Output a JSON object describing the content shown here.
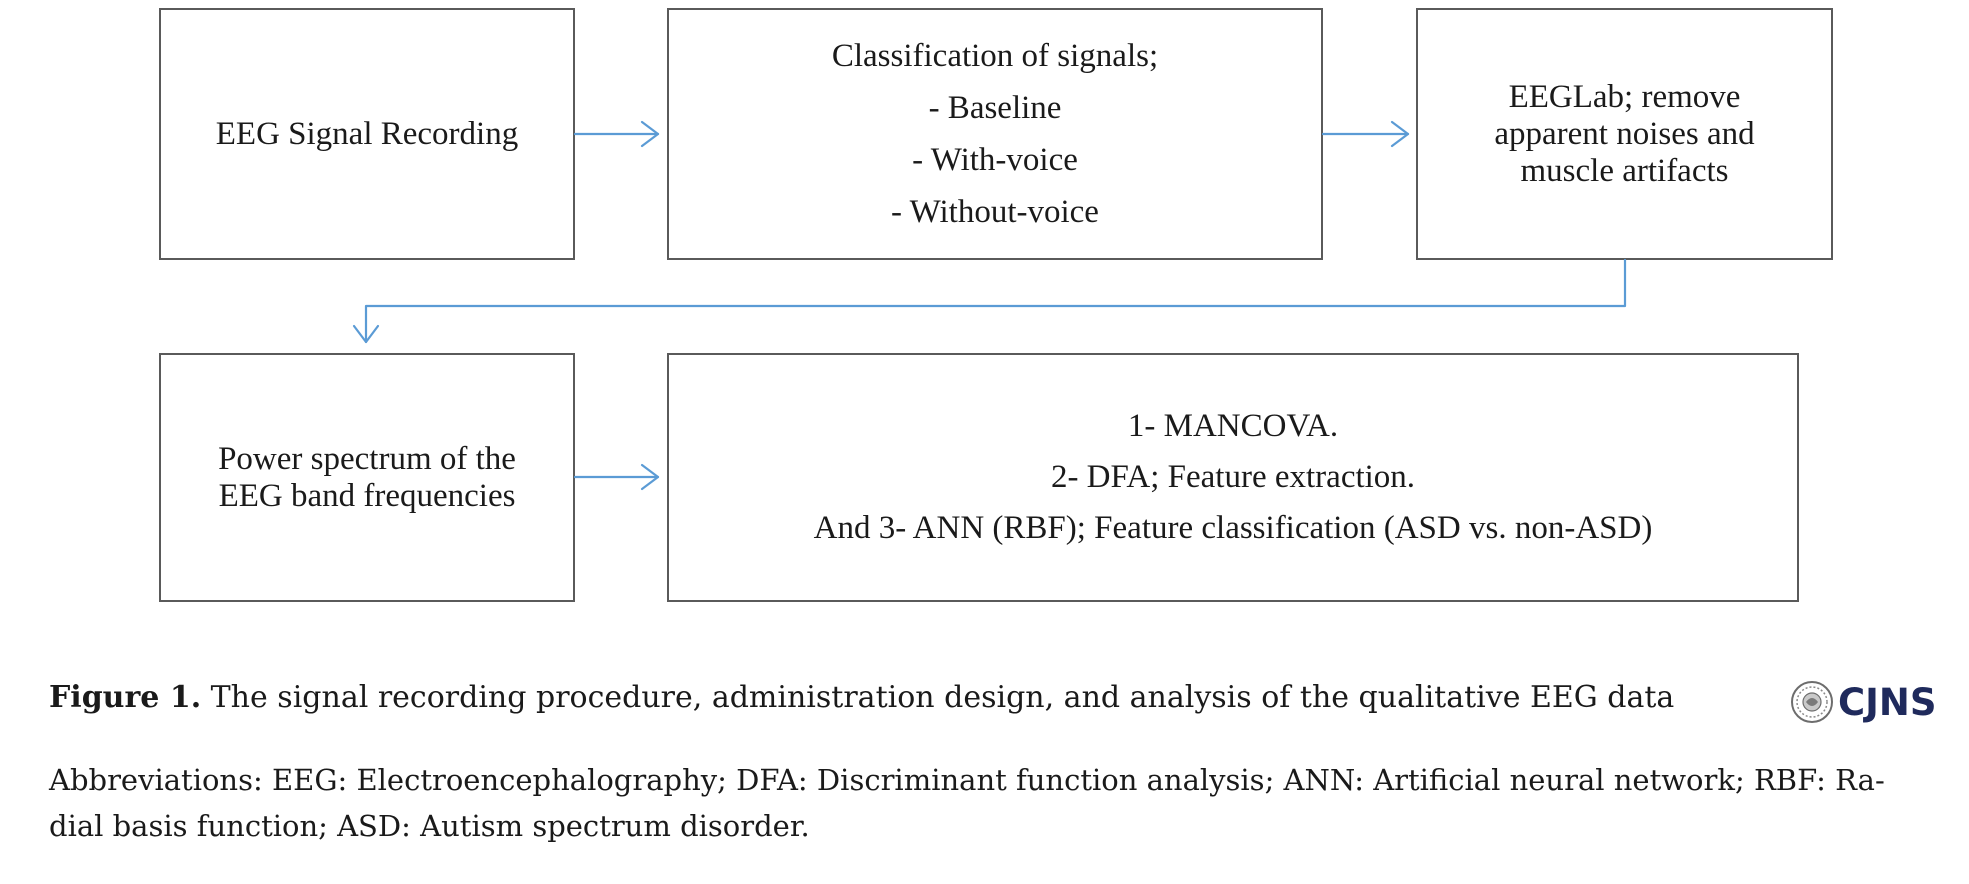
{
  "diagram": {
    "boxes": [
      {
        "id": "b1",
        "lines": [
          "EEG Signal Recording"
        ]
      },
      {
        "id": "b2",
        "lines": [
          "Classification of signals;",
          "- Baseline",
          "- With-voice",
          "- Without-voice"
        ]
      },
      {
        "id": "b3",
        "lines": [
          "EEGLab; remove",
          "apparent noises and",
          "muscle artifacts"
        ]
      },
      {
        "id": "b4",
        "lines": [
          "Power spectrum of the",
          "EEG band frequencies"
        ]
      },
      {
        "id": "b5",
        "lines": [
          "1- MANCOVA.",
          "2- DFA; Feature extraction.",
          "And 3- ANN (RBF); Feature classification (ASD vs. non-ASD)"
        ]
      }
    ],
    "arrow_color": "#5b9bd5",
    "box_border_color": "#5a5a5a"
  },
  "caption": {
    "label": "Figure 1.",
    "text": " The signal recording procedure, administration design, and analysis of the qualitative EEG data"
  },
  "abbreviations": "Abbreviations: EEG: Electroencephalography; DFA: Discriminant function analysis; ANN: Artificial neural network; RBF: Ra-dial basis function; ASD: Autism spectrum disorder.",
  "logo": {
    "text": "CJNS",
    "color": "#1f2a5c",
    "icon": "journal-seal-icon"
  }
}
